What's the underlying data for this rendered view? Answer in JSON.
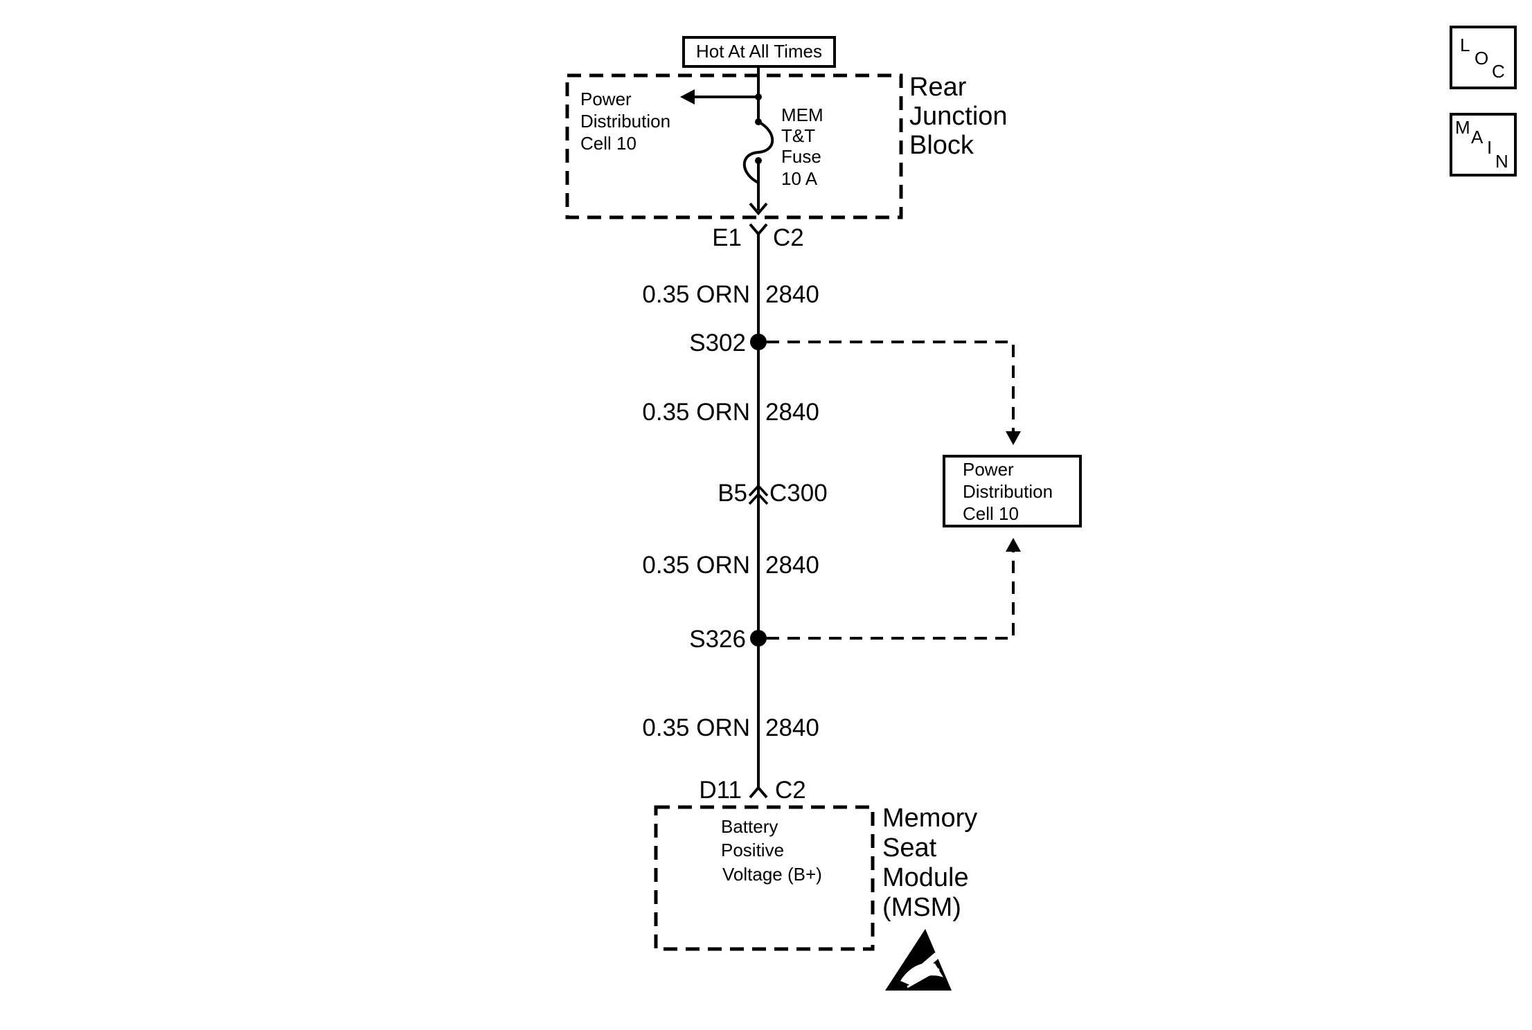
{
  "source": {
    "label": "Hot At All Times"
  },
  "rear_junction_block": {
    "name_lines": [
      "Rear",
      "Junction",
      "Block"
    ],
    "power_distribution_lines": [
      "Power",
      "Distribution",
      "Cell 10"
    ],
    "fuse_lines": [
      "MEM",
      "T&T",
      "Fuse",
      "10 A"
    ]
  },
  "connectors": {
    "top": {
      "pin": "E1",
      "id": "C2"
    },
    "middle": {
      "pin": "B5",
      "id": "C300"
    },
    "bottom": {
      "pin": "D11",
      "id": "C2"
    }
  },
  "wires": [
    {
      "gauge_color": "0.35 ORN",
      "circuit": "2840"
    },
    {
      "gauge_color": "0.35 ORN",
      "circuit": "2840"
    },
    {
      "gauge_color": "0.35 ORN",
      "circuit": "2840"
    },
    {
      "gauge_color": "0.35 ORN",
      "circuit": "2840"
    }
  ],
  "splices": {
    "upper": "S302",
    "lower": "S326"
  },
  "power_distribution_ref": {
    "lines": [
      "Power",
      "Distribution",
      "Cell 10"
    ]
  },
  "module": {
    "name_lines": [
      "Memory",
      "Seat",
      "Module",
      "(MSM)"
    ],
    "pin_lines": [
      "Battery",
      "Positive",
      "Voltage (B+)"
    ]
  },
  "nav": {
    "loc": {
      "letters": [
        "L",
        "O",
        "C"
      ]
    },
    "main": {
      "letters": [
        "M",
        "A",
        "I",
        "N"
      ]
    }
  },
  "icons": {
    "esd": "esd-warning-icon"
  }
}
